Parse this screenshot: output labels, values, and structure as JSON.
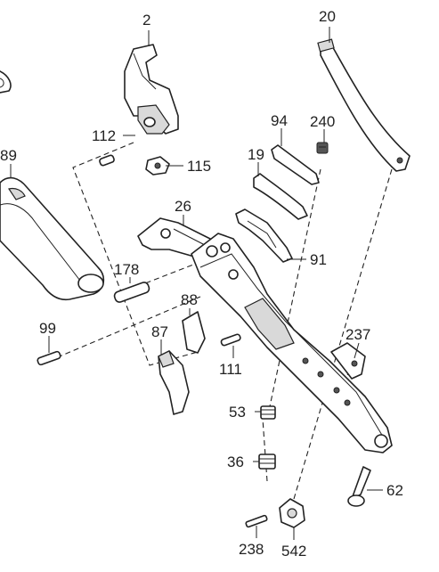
{
  "labels": {
    "p2": "2",
    "p20": "20",
    "p94": "94",
    "p240": "240",
    "p112": "112",
    "p115": "115",
    "p89": "89",
    "p19": "19",
    "p26": "26",
    "p91": "91",
    "p178": "178",
    "p88": "88",
    "p99": "99",
    "p87": "87",
    "p237": "237",
    "p111": "111",
    "p53": "53",
    "p36": "36",
    "p62": "62",
    "p238": "238",
    "p542": "542"
  }
}
